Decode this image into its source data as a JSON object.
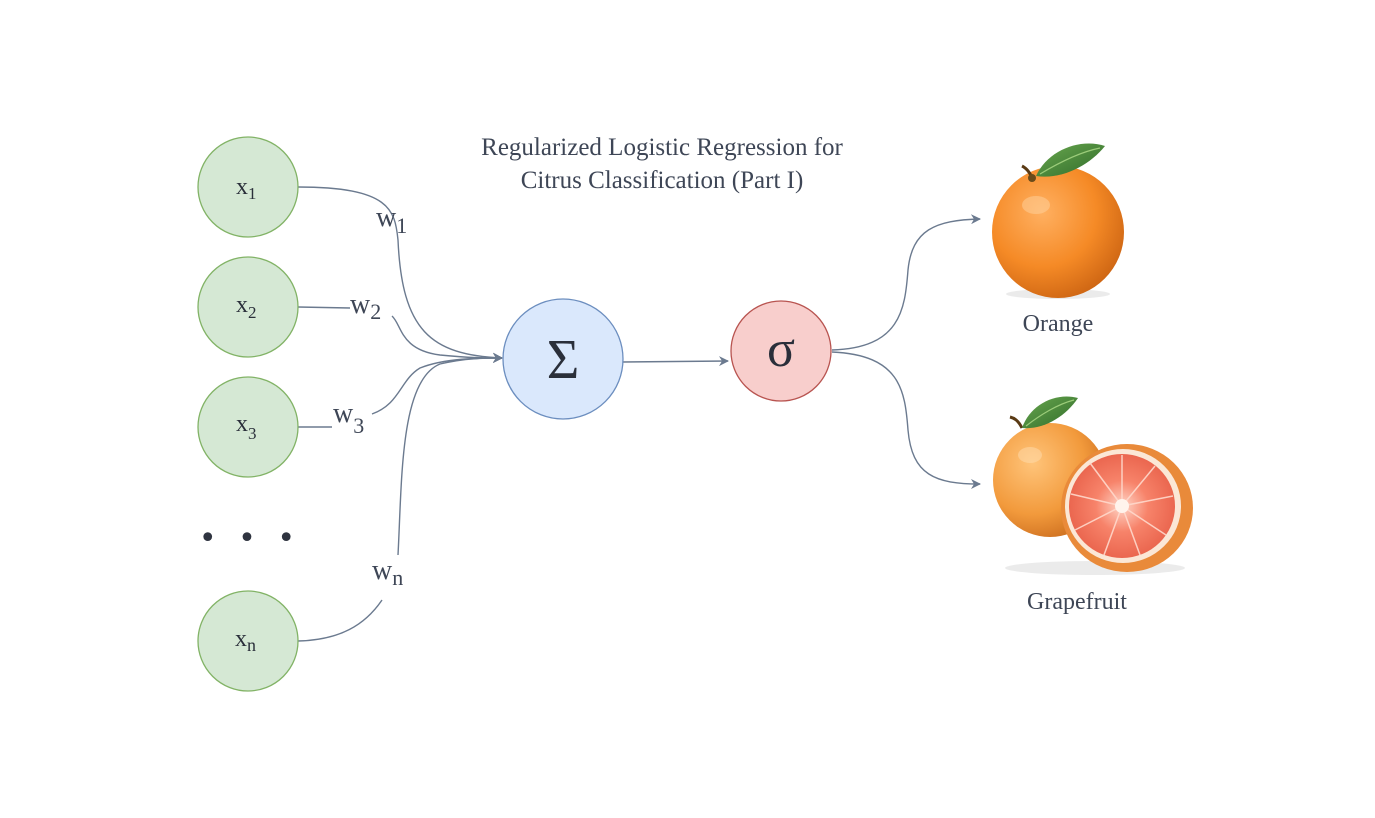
{
  "title": {
    "line1": "Regularized Logistic Regression for",
    "line2": "Citrus Classification (Part I)"
  },
  "inputs": [
    {
      "base": "x",
      "sub": "1"
    },
    {
      "base": "x",
      "sub": "2"
    },
    {
      "base": "x",
      "sub": "3"
    },
    {
      "base": "x",
      "sub": "n"
    }
  ],
  "ellipsis": "• • •",
  "weights": [
    {
      "base": "w",
      "sub": "1"
    },
    {
      "base": "w",
      "sub": "2"
    },
    {
      "base": "w",
      "sub": "3"
    },
    {
      "base": "w",
      "sub": "n"
    }
  ],
  "sum_node": {
    "symbol": "Σ"
  },
  "sigmoid_node": {
    "symbol": "σ"
  },
  "outputs": [
    {
      "label": "Orange",
      "icon": "orange-fruit-icon"
    },
    {
      "label": "Grapefruit",
      "icon": "grapefruit-icon"
    }
  ],
  "colors": {
    "input_fill": "#d5e8d4",
    "input_stroke": "#82b366",
    "sum_fill": "#dae8fc",
    "sum_stroke": "#6c8ebf",
    "sigmoid_fill": "#f8cecc",
    "sigmoid_stroke": "#b85450",
    "edge": "#6b7a8f",
    "text": "#3e4656"
  }
}
